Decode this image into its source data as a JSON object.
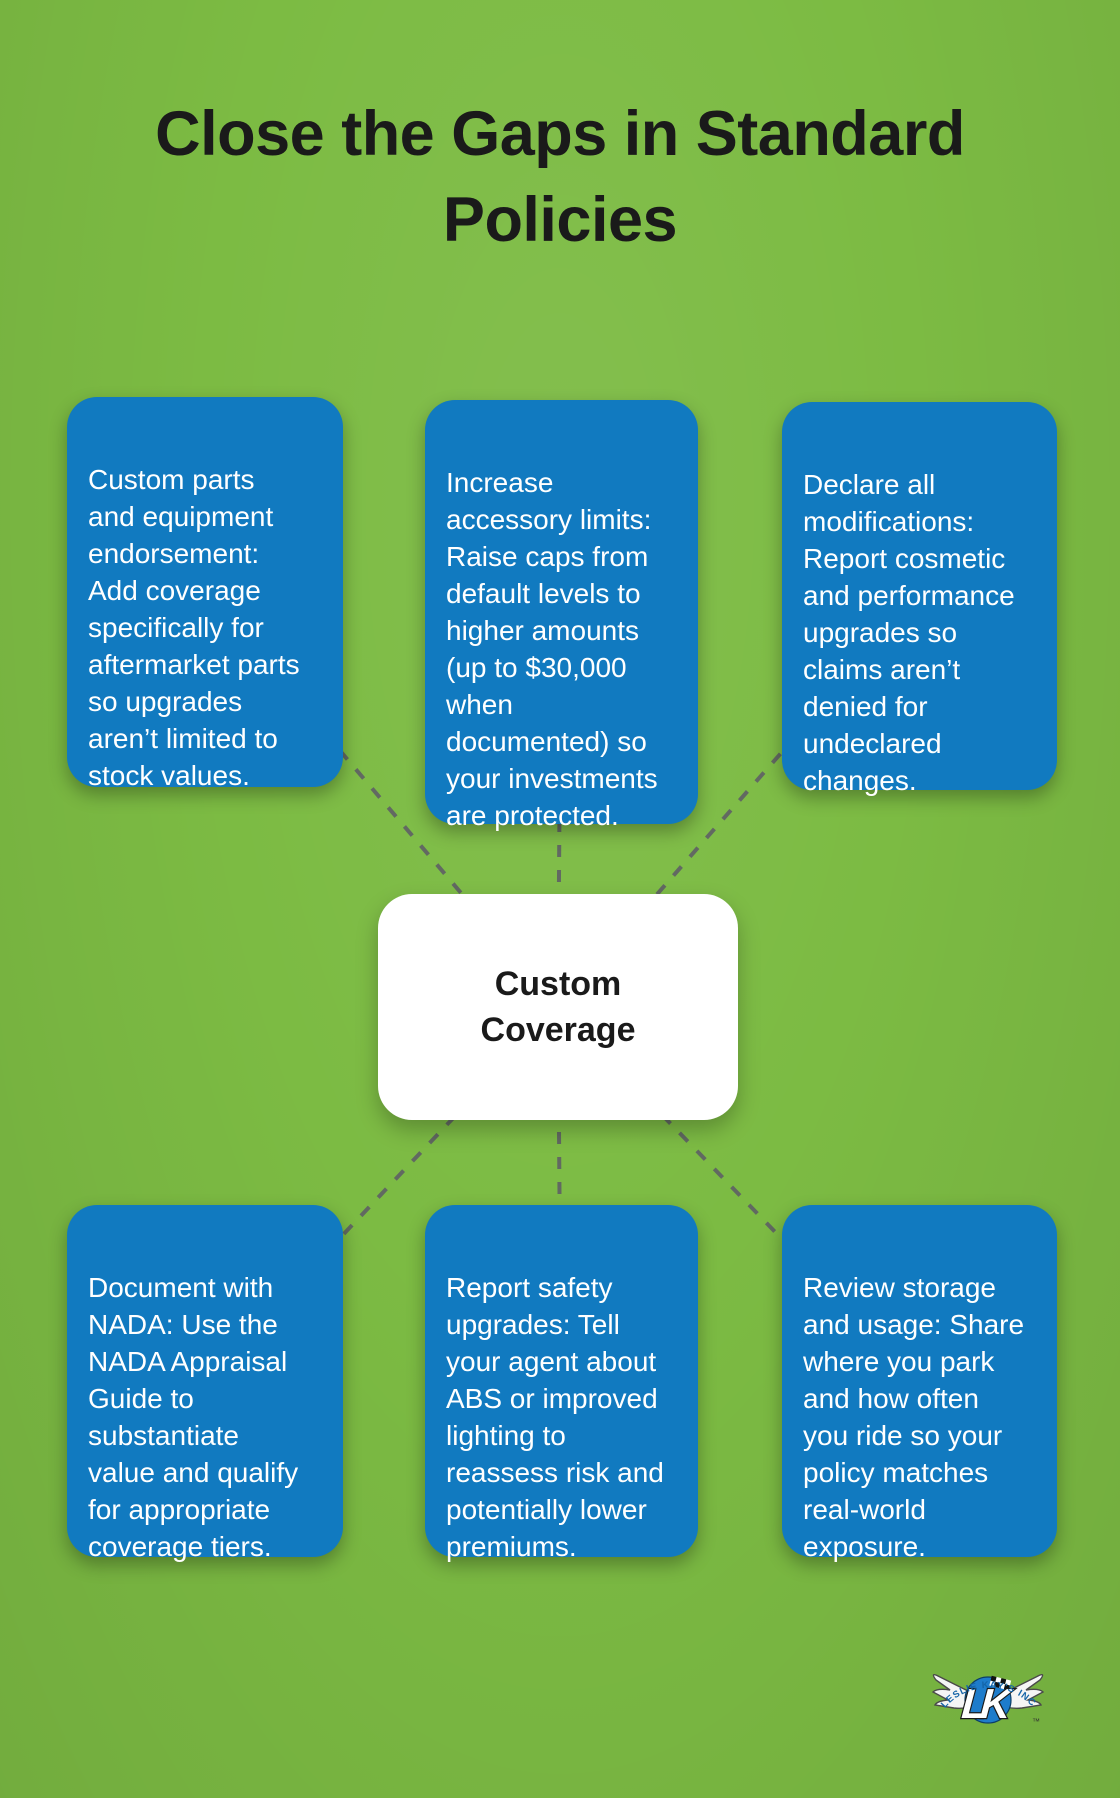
{
  "title": "Close the Gaps in Standard\nPolicies",
  "center": {
    "label": "Custom\nCoverage"
  },
  "nodes": [
    {
      "id": "custom-parts-endorsement",
      "text": "Custom parts\nand equipment\nendorsement:\nAdd coverage\nspecifically for\naftermarket parts\nso upgrades\naren’t limited to\nstock values."
    },
    {
      "id": "increase-accessory-limits",
      "text": "Increase\naccessory limits:\nRaise caps from\ndefault levels to\nhigher amounts\n(up to $30,000\nwhen\ndocumented) so\nyour investments\nare protected."
    },
    {
      "id": "declare-all-modifications",
      "text": "Declare all\nmodifications:\nReport cosmetic\nand performance\nupgrades so\nclaims aren’t\ndenied for\nundeclared\nchanges."
    },
    {
      "id": "document-with-nada",
      "text": "Document with\nNADA: Use the\nNADA Appraisal\nGuide to\nsubstantiate\nvalue and qualify\nfor appropriate\ncoverage tiers."
    },
    {
      "id": "report-safety-upgrades",
      "text": "Report safety\nupgrades: Tell\nyour agent about\nABS or improved\nlighting to\nreassess risk and\npotentially lower\npremiums."
    },
    {
      "id": "review-storage-usage",
      "text": "Review storage\nand usage: Share\nwhere you park\nand how often\nyou ride so your\npolicy matches\nreal-world\nexposure."
    }
  ],
  "logo": {
    "company": "LESLIE KAY'S INC",
    "monogram": "LK",
    "trademark": "™"
  },
  "colors": {
    "background": "#7CBB43",
    "node_fill": "#117AC0",
    "node_text": "#FFFFFF",
    "center_fill": "#FFFFFF",
    "center_text": "#1A1A1A",
    "title_text": "#1A1A1A",
    "connector": "#5F6165",
    "logo_blue": "#1E7CCB",
    "logo_text_blue": "#1565A8",
    "wing_fill": "#F5F5F5",
    "wing_stroke": "#4A4A4A"
  }
}
